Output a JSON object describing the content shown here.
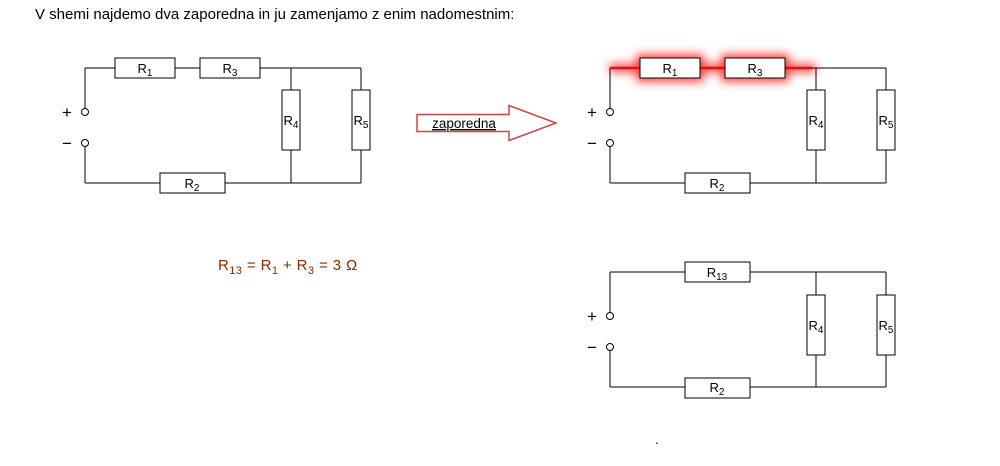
{
  "title": "V shemi najdemo dva zaporedna in ju zamenjamo z enim nadomestnim:",
  "arrow": {
    "label": "zaporedna"
  },
  "resistors": {
    "r1": {
      "base": "R",
      "sub": "1"
    },
    "r2": {
      "base": "R",
      "sub": "2"
    },
    "r3": {
      "base": "R",
      "sub": "3"
    },
    "r4": {
      "base": "R",
      "sub": "4"
    },
    "r5": {
      "base": "R",
      "sub": "5"
    },
    "r13": {
      "base": "R",
      "sub": "13"
    }
  },
  "source": {
    "plus": "+",
    "minus": "−"
  },
  "formula": {
    "p1": "R",
    "s1": "13",
    "p2": " = R",
    "s2": "1",
    "p3": " + R",
    "s3": "3",
    "p4": " = 3 Ω"
  },
  "trailing_period": ".",
  "colors": {
    "highlight_glow": "#ff2a2a",
    "highlight_wire": "#e01010",
    "arrow_outline": "#cf4545",
    "formula_text": "#8a2b00",
    "wire": "#000000"
  }
}
